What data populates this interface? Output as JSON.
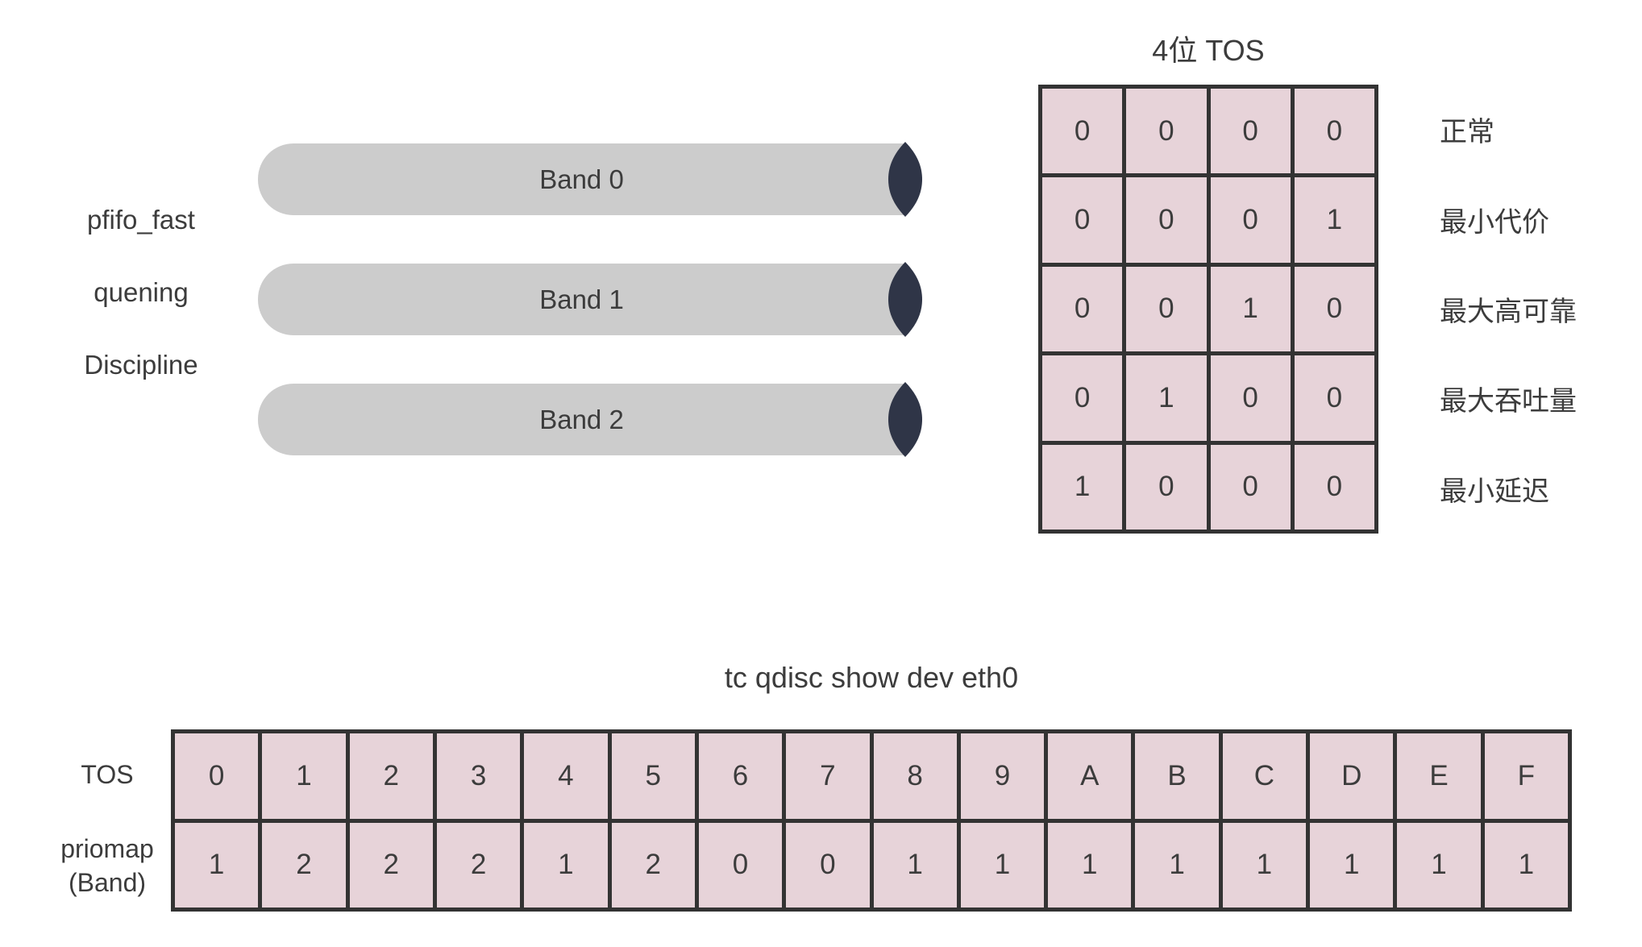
{
  "colors": {
    "cell_fill": "#e7d3d9",
    "cell_border": "#333333",
    "band_fill": "#cccccc",
    "band_cap": "#2f3547",
    "text": "#3c3c3c",
    "background": "#ffffff"
  },
  "pfifo": {
    "label_lines": [
      "pfifo_fast",
      "quening",
      "Discipline"
    ],
    "bands": [
      {
        "label": "Band 0"
      },
      {
        "label": "Band 1"
      },
      {
        "label": "Band 2"
      }
    ],
    "cap_icon": "cylinder-cap"
  },
  "tos_table": {
    "title": "4位 TOS",
    "rows": [
      {
        "bits": [
          "0",
          "0",
          "0",
          "0"
        ],
        "label": "正常"
      },
      {
        "bits": [
          "0",
          "0",
          "0",
          "1"
        ],
        "label": "最小代价"
      },
      {
        "bits": [
          "0",
          "0",
          "1",
          "0"
        ],
        "label": "最大高可靠"
      },
      {
        "bits": [
          "0",
          "1",
          "0",
          "0"
        ],
        "label": "最大吞吐量"
      },
      {
        "bits": [
          "1",
          "0",
          "0",
          "0"
        ],
        "label": "最小延迟"
      }
    ]
  },
  "priomap_table": {
    "title": "tc qdisc show dev eth0",
    "row_headers": {
      "tos": "TOS",
      "priomap_line1": "priomap",
      "priomap_line2": "(Band)"
    },
    "tos_values": [
      "0",
      "1",
      "2",
      "3",
      "4",
      "5",
      "6",
      "7",
      "8",
      "9",
      "A",
      "B",
      "C",
      "D",
      "E",
      "F"
    ],
    "priomap_values": [
      "1",
      "2",
      "2",
      "2",
      "1",
      "2",
      "0",
      "0",
      "1",
      "1",
      "1",
      "1",
      "1",
      "1",
      "1",
      "1"
    ]
  }
}
